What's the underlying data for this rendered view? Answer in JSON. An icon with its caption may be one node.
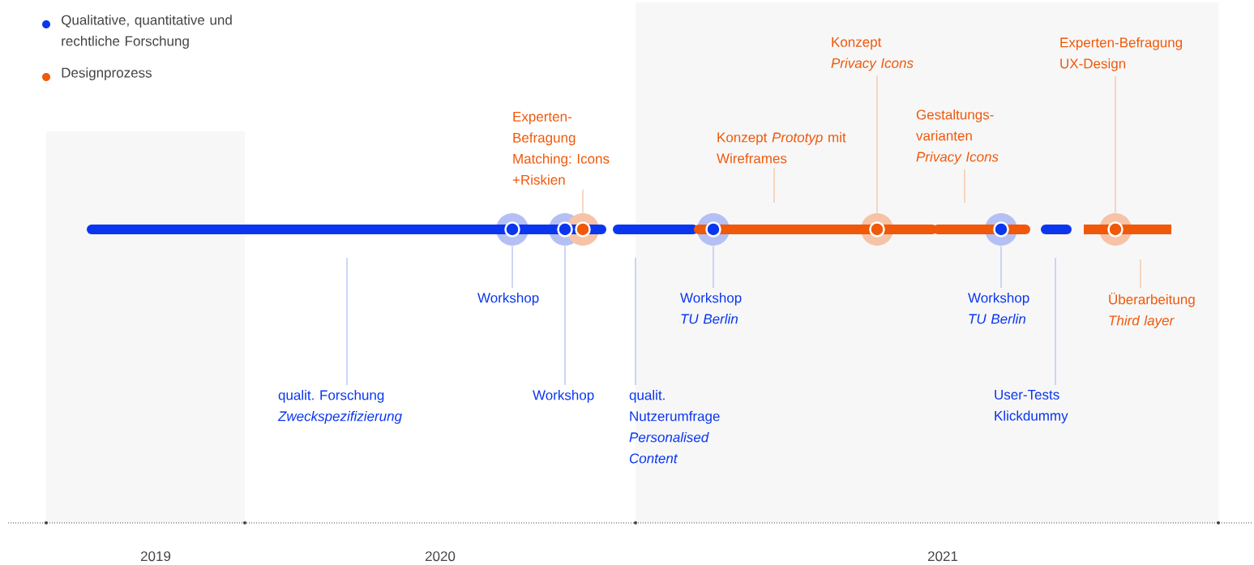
{
  "diagram": {
    "nodes": [
      {
        "text": [
          "Experten-Befragung",
          "Matching: Icons +Riskien"
        ]
      },
      {
        "text": [
          "Konzept",
          "Privacy Icons"
        ]
      },
      {
        "text": [
          "Experten-Befragung",
          "UX-Design"
        ]
      },
      {
        "text": [
          "Konzept *Prototyp* mit Wireframes"
        ]
      },
      {
        "text": [
          "Gestaltungs-varianten",
          "Privacy Icons"
        ]
      },
      {
        "text": [
          "Workshop"
        ]
      },
      {
        "text": [
          "Workshop",
          "TU Berlin"
        ]
      },
      {
        "text": [
          "Workshop",
          "TU Berlin"
        ]
      },
      {
        "text": [
          "qualit. Forschung",
          "Zweckspezifizierung"
        ]
      },
      {
        "text": [
          "Workshop"
        ]
      },
      {
        "text": [
          "qualit. Nutzerumfrage",
          "Personalised Content"
        ]
      },
      {
        "text": [
          "User-Tests",
          "Klickdummy"
        ]
      },
      {
        "text": [
          "Überarbeitung",
          "Third layer"
        ]
      },
      {
        "text": [],
        "shape": "circle"
      },
      {
        "text": [],
        "shape": "circle"
      },
      {
        "text": [],
        "shape": "circle"
      },
      {
        "text": [],
        "shape": "circle"
      },
      {
        "text": [],
        "shape": "circle"
      },
      {
        "text": [],
        "shape": "circle"
      },
      {
        "text": [],
        "shape": "circle"
      }
    ],
    "edges": [
      {
        "from": 0,
        "to": 15,
        "arrow": "none"
      },
      {
        "from": 1,
        "to": 17,
        "arrow": "none"
      },
      {
        "from": 2,
        "to": 19,
        "arrow": "none"
      },
      {
        "from": 3,
        "to": null,
        "arrow": "none"
      },
      {
        "from": 4,
        "to": null,
        "arrow": "none"
      },
      {
        "from": 5,
        "to": 13,
        "arrow": "none"
      },
      {
        "from": 6,
        "to": 16,
        "arrow": "none"
      },
      {
        "from": 7,
        "to": 18,
        "arrow": "none"
      },
      {
        "from": 8,
        "to": null,
        "arrow": "none"
      },
      {
        "from": 9,
        "to": 14,
        "arrow": "none"
      },
      {
        "from": 10,
        "to": null,
        "arrow": "none"
      },
      {
        "from": 11,
        "to": null,
        "arrow": "none"
      },
      {
        "from": 12,
        "to": null,
        "arrow": "none"
      }
    ],
    "labels": [
      "2019",
      "2020",
      "2021"
    ],
    "legend": [
      {
        "text": "Qualitative, quantitative und rechtliche Forschung",
        "color": "#0a36f0"
      },
      {
        "text": "Designprozess",
        "color": "#f0580a"
      }
    ]
  }
}
